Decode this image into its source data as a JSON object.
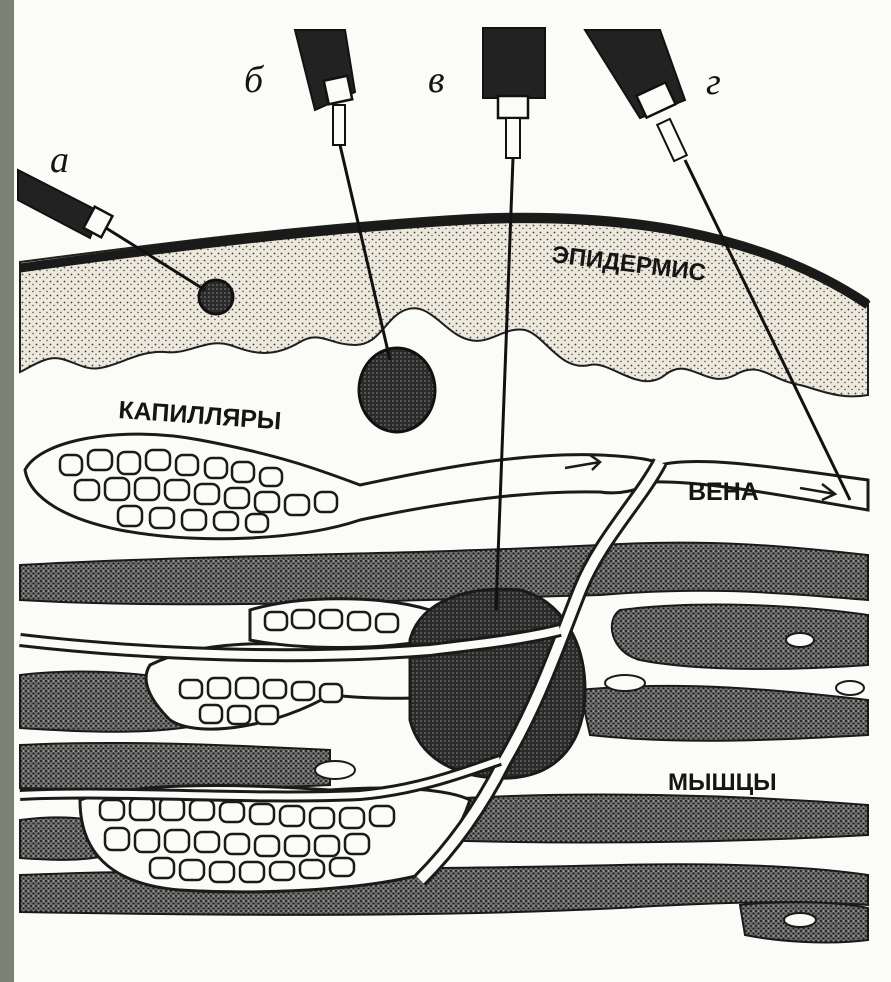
{
  "needle_letters": {
    "a": "а",
    "b": "б",
    "v": "в",
    "g": "г"
  },
  "labels": {
    "epidermis": "ЭПИДЕРМИС",
    "capillaries": "КАПИЛЛЯРЫ",
    "vein": "ВЕНА",
    "muscles": "МЫШЦЫ"
  }
}
